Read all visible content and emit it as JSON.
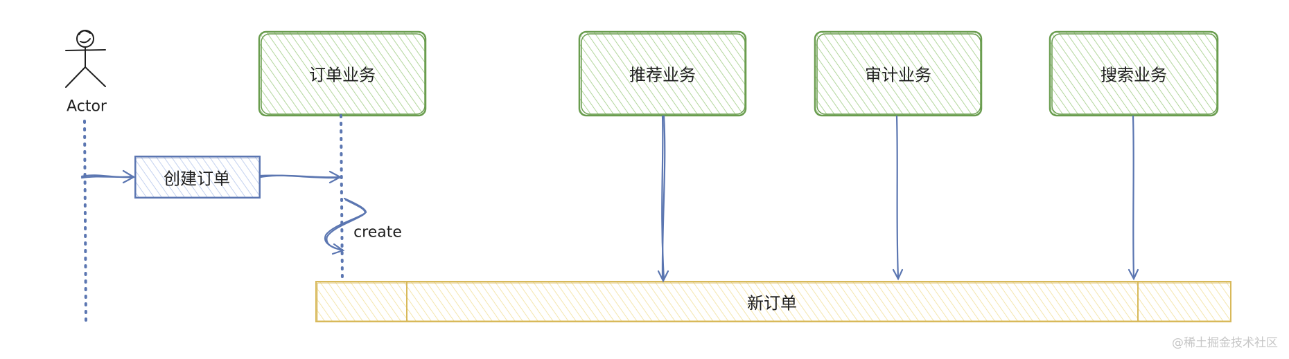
{
  "actor": {
    "label": "Actor"
  },
  "services": [
    {
      "id": "order",
      "label": "订单业务"
    },
    {
      "id": "recommend",
      "label": "推荐业务"
    },
    {
      "id": "audit",
      "label": "审计业务"
    },
    {
      "id": "search",
      "label": "搜索业务"
    }
  ],
  "message": {
    "label": "创建订单"
  },
  "self_call": {
    "label": "create"
  },
  "event_bar": {
    "label": "新订单"
  },
  "watermark": "@稀土掘金技术社区",
  "colors": {
    "green_stroke": "#6a9d4f",
    "green_fill": "#b2d69c",
    "blue_stroke": "#5b76b1",
    "blue_fill": "#a9bde6",
    "yellow_stroke": "#d8b95a",
    "yellow_fill": "#f4e6ad"
  }
}
